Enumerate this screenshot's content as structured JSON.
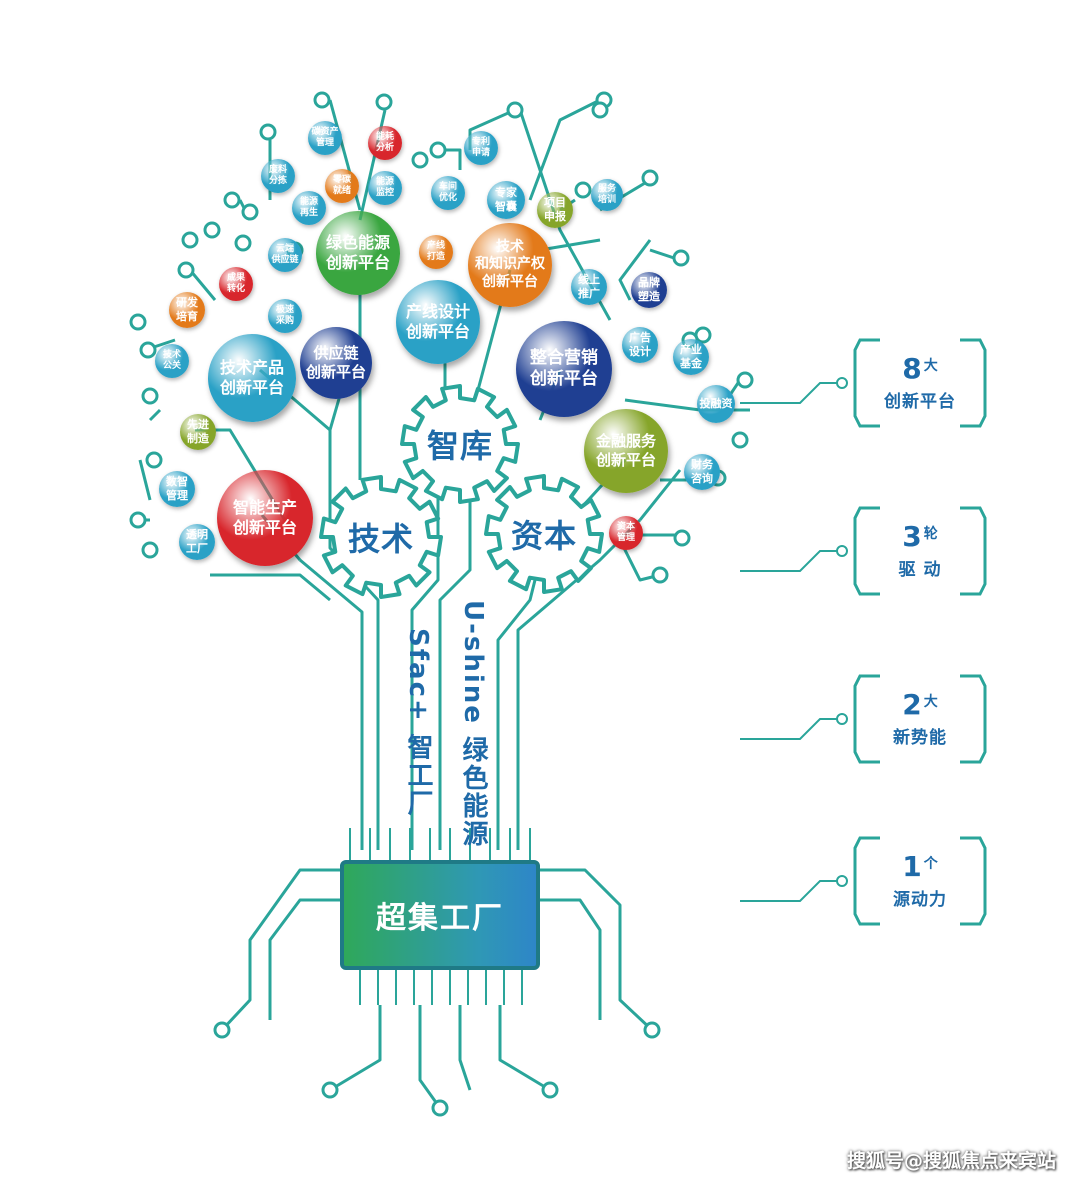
{
  "core": {
    "label": "超集工厂"
  },
  "trunk": {
    "left": "Sfac+ 智工厂",
    "right": "U-shine 绿色能源"
  },
  "gears": {
    "tech": "技术",
    "think": "智库",
    "capital": "资本"
  },
  "big_nodes": [
    {
      "id": "green-energy",
      "lines": [
        "绿色能源",
        "创新平台"
      ],
      "color": "#3aa640"
    },
    {
      "id": "ip",
      "lines": [
        "技术",
        "和知识产权",
        "创新平台"
      ],
      "color": "#e37a1a"
    },
    {
      "id": "line-design",
      "lines": [
        "产线设计",
        "创新平台"
      ],
      "color": "#2aa1c6"
    },
    {
      "id": "marketing",
      "lines": [
        "整合营销",
        "创新平台"
      ],
      "color": "#1f3f92"
    },
    {
      "id": "tech-product",
      "lines": [
        "技术产品",
        "创新平台"
      ],
      "color": "#2aa1c6"
    },
    {
      "id": "supply-chain",
      "lines": [
        "供应链",
        "创新平台"
      ],
      "color": "#1f3f92"
    },
    {
      "id": "smart-production",
      "lines": [
        "智能生产",
        "创新平台"
      ],
      "color": "#d8262c"
    },
    {
      "id": "finance",
      "lines": [
        "金融服务",
        "创新平台"
      ],
      "color": "#86a52a"
    }
  ],
  "small_nodes": [
    {
      "id": "carbon-assets",
      "lines": [
        "碳资产",
        "管理"
      ],
      "color": "#2aa1c6"
    },
    {
      "id": "energy-analysis",
      "lines": [
        "能耗",
        "分析"
      ],
      "color": "#d8262c"
    },
    {
      "id": "patent-apply",
      "lines": [
        "专利",
        "申请"
      ],
      "color": "#2aa1c6"
    },
    {
      "id": "raw-sorting",
      "lines": [
        "废料",
        "分拣"
      ],
      "color": "#2aa1c6"
    },
    {
      "id": "zero-carbon",
      "lines": [
        "零碳",
        "就绪"
      ],
      "color": "#e37a1a"
    },
    {
      "id": "energy-monitor",
      "lines": [
        "能源",
        "监控"
      ],
      "color": "#2aa1c6"
    },
    {
      "id": "workshop-opt",
      "lines": [
        "车间",
        "优化"
      ],
      "color": "#2aa1c6"
    },
    {
      "id": "expert-brain",
      "lines": [
        "专家",
        "智囊"
      ],
      "color": "#2aa1c6"
    },
    {
      "id": "project-declare",
      "lines": [
        "项目",
        "申报"
      ],
      "color": "#86a52a"
    },
    {
      "id": "service-training",
      "lines": [
        "服务",
        "培训"
      ],
      "color": "#2aa1c6"
    },
    {
      "id": "energy-regen",
      "lines": [
        "能源",
        "再生"
      ],
      "color": "#2aa1c6"
    },
    {
      "id": "cloud-supply",
      "lines": [
        "云端",
        "供应链"
      ],
      "color": "#2aa1c6"
    },
    {
      "id": "line-build",
      "lines": [
        "产线",
        "打造"
      ],
      "color": "#e37a1a"
    },
    {
      "id": "achievement",
      "lines": [
        "成果",
        "转化"
      ],
      "color": "#d8262c"
    },
    {
      "id": "fast-procure",
      "lines": [
        "极速",
        "采购"
      ],
      "color": "#2aa1c6"
    },
    {
      "id": "online-promo",
      "lines": [
        "线上",
        "推广"
      ],
      "color": "#2aa1c6"
    },
    {
      "id": "brand",
      "lines": [
        "品牌",
        "塑造"
      ],
      "color": "#1f3f92"
    },
    {
      "id": "rnd",
      "lines": [
        "研发",
        "培育"
      ],
      "color": "#e37a1a"
    },
    {
      "id": "ad-design",
      "lines": [
        "广告",
        "设计"
      ],
      "color": "#2aa1c6"
    },
    {
      "id": "tech-research",
      "lines": [
        "技术",
        "公关"
      ],
      "color": "#2aa1c6"
    },
    {
      "id": "industry-fund",
      "lines": [
        "产业",
        "基金"
      ],
      "color": "#2aa1c6"
    },
    {
      "id": "invest",
      "lines": [
        "投融资"
      ],
      "color": "#2aa1c6"
    },
    {
      "id": "adv-mfg",
      "lines": [
        "先进",
        "制造"
      ],
      "color": "#86a52a"
    },
    {
      "id": "finance-consult",
      "lines": [
        "财务",
        "咨询"
      ],
      "color": "#2aa1c6"
    },
    {
      "id": "data-mgmt",
      "lines": [
        "数智",
        "管理"
      ],
      "color": "#2aa1c6"
    },
    {
      "id": "capital-mgmt",
      "lines": [
        "资本",
        "管理"
      ],
      "color": "#d8262c"
    },
    {
      "id": "transparent-factory",
      "lines": [
        "透明",
        "工厂"
      ],
      "color": "#2aa1c6"
    }
  ],
  "badges": [
    {
      "num": "8",
      "sup": "大",
      "sub": "创新平台"
    },
    {
      "num": "3",
      "sup": "轮",
      "sub": "驱 动"
    },
    {
      "num": "2",
      "sup": "大",
      "sub": "新势能"
    },
    {
      "num": "1",
      "sup": "个",
      "sub": "源动力"
    }
  ],
  "watermark": "搜狐号@搜狐焦点来宾站",
  "colors": {
    "line": "#2aa59a",
    "accent": "#1f6aa8"
  }
}
